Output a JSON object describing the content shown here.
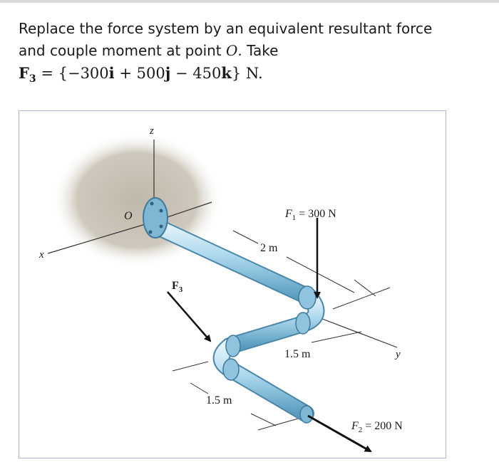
{
  "problem": {
    "line1": "Replace the force system by an equivalent resultant force",
    "line2_prefix": "and couple moment at point ",
    "line2_point": "O",
    "line2_suffix": ". Take",
    "eq_symbol": "F",
    "eq_subscript": "3",
    "eq_equals": " = {−300",
    "eq_i": "i",
    "eq_plus": " + 500",
    "eq_j": "j",
    "eq_minus": " − 450",
    "eq_k": "k",
    "eq_tail": "} N."
  },
  "figure": {
    "axis_z": "z",
    "axis_x": "x",
    "axis_y": "y",
    "origin": "O",
    "f1_main": "F",
    "f1_sub": "1",
    "f1_value": " = 300 N",
    "f2_main": "F",
    "f2_sub": "2",
    "f2_value": " = 200 N",
    "f3_main": "F",
    "f3_sub": "3",
    "dim_2m": "2 m",
    "dim_1_5m_a": "1.5 m",
    "dim_1_5m_b": "1.5 m"
  },
  "colors": {
    "pipe": "#a9d6ec",
    "pipe_dark": "#5a9cc0",
    "wall": "#c9c3b6",
    "text": "#1a1a1a"
  }
}
